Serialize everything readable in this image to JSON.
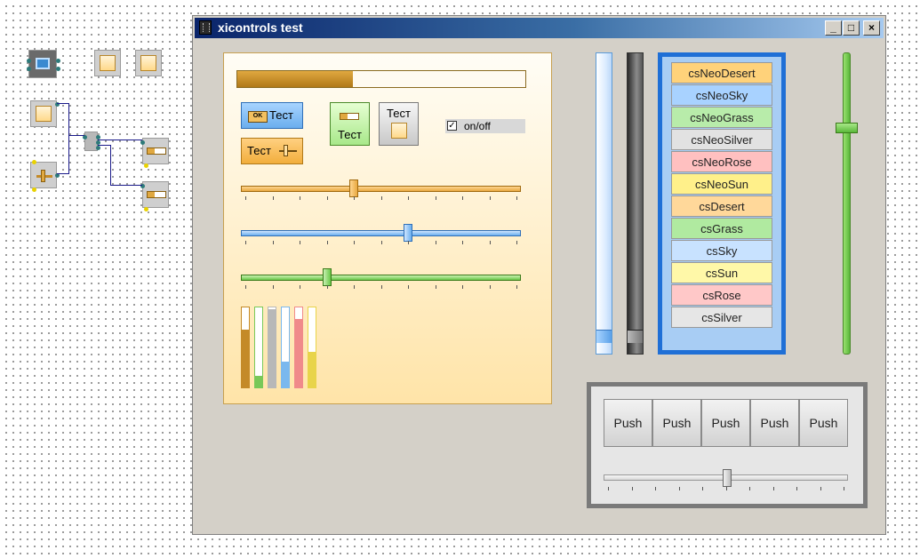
{
  "window": {
    "title": "xicontrols test",
    "minimize": "_",
    "maximize": "□",
    "close": "×"
  },
  "panel": {
    "progress": 0.4,
    "blue_button_label": "Тест",
    "blue_button_icon_text": "OK",
    "orange_button_label": "Тест",
    "green_button_label": "Тест",
    "silver_button_label": "Тест",
    "checkbox": {
      "label": "on/off",
      "checked": true,
      "mark": "✓"
    },
    "sliders": [
      {
        "name": "orange",
        "value": 0.4,
        "color": "#f2b84c"
      },
      {
        "name": "blue",
        "value": 0.6,
        "color": "#7ab8ee"
      },
      {
        "name": "green",
        "value": 0.3,
        "color": "#8ad46a"
      }
    ],
    "level_bars": [
      {
        "value": 0.72,
        "color": "#c48a28"
      },
      {
        "value": 0.14,
        "color": "#78c858"
      },
      {
        "value": 0.98,
        "color": "#b8b8b8"
      },
      {
        "value": 0.32,
        "color": "#7ab8ee"
      },
      {
        "value": 0.86,
        "color": "#f08a8a"
      },
      {
        "value": 0.44,
        "color": "#e8d44a"
      }
    ]
  },
  "scrollbars": {
    "blue_value": 0.04,
    "dark_value": 0.04,
    "green_value": 0.76
  },
  "styles_list": [
    {
      "label": "csNeoDesert",
      "color": "#ffd27a"
    },
    {
      "label": "csNeoSky",
      "color": "#a8d2ff"
    },
    {
      "label": "csNeoGrass",
      "color": "#b8ecaa"
    },
    {
      "label": "csNeoSilver",
      "color": "#e2e2e2"
    },
    {
      "label": "csNeoRose",
      "color": "#ffc0c0"
    },
    {
      "label": "csNeoSun",
      "color": "#fff08a"
    },
    {
      "label": "csDesert",
      "color": "#ffd89a"
    },
    {
      "label": "csGrass",
      "color": "#b0eaa0"
    },
    {
      "label": "csSky",
      "color": "#c8e2ff"
    },
    {
      "label": "csSun",
      "color": "#fff8a8"
    },
    {
      "label": "csRose",
      "color": "#ffc8c8"
    },
    {
      "label": "csSilver",
      "color": "#e6e6e6"
    }
  ],
  "push_group": {
    "buttons": [
      "Push",
      "Push",
      "Push",
      "Push",
      "Push"
    ],
    "slider_value": 0.5
  }
}
